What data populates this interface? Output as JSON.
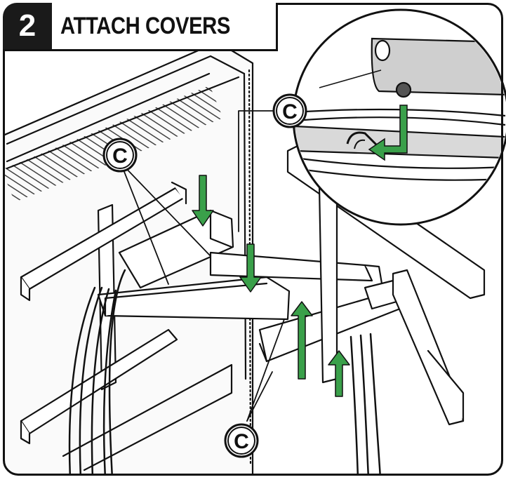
{
  "header": {
    "step_number": "2",
    "step_title": "ATTACH COVERS"
  },
  "callouts": {
    "top": "C",
    "left": "C",
    "bottom": "C"
  },
  "colors": {
    "arrow_green": "#3aa04a",
    "line": "#111111",
    "frame_bg": "#ffffff"
  }
}
